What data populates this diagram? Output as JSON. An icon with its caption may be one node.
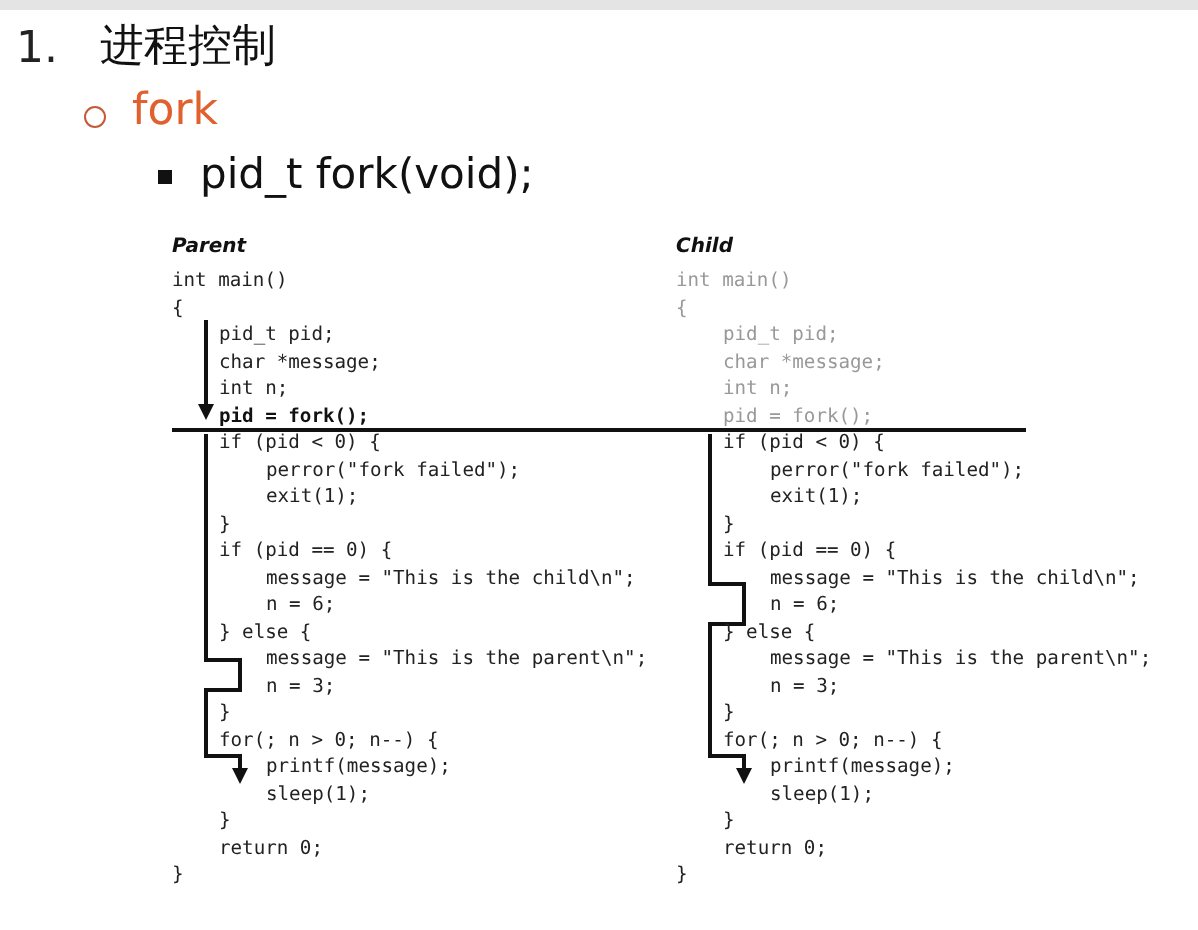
{
  "diagram": {
    "labels": [
      "1.",
      "进程控制",
      "fork",
      "pid_t fork(void);",
      "Parent",
      "int main()",
      "{",
      "pid_t pid;",
      "char *message;",
      "int n;",
      "pid = fork();",
      "if (pid < 0) {",
      "perror(\"fork failed\");",
      "exit(1);",
      "}",
      "if (pid == 0) {",
      "message = \"This is the child\\n\";",
      "n = 6;",
      "} else {",
      "message = \"This is the parent\\n\";",
      "n = 3;",
      "}",
      "for(; n > 0; n--) {",
      "printf(message);",
      "sleep(1);",
      "}",
      "return 0;",
      "}",
      "Child",
      "int main()",
      "{",
      "pid_t pid;",
      "char *message;",
      "int n;",
      "pid = fork();",
      "if (pid < 0) {",
      "perror(\"fork failed\");",
      "exit(1);",
      "}",
      "if (pid == 0) {",
      "message = \"This is the child\\n\";",
      "n = 6;",
      "} else {",
      "message = \"This is the parent\\n\";",
      "n = 3;",
      "}",
      "for(; n > 0; n--) {",
      "printf(message);",
      "sleep(1);",
      "}",
      "return 0;",
      "}"
    ]
  }
}
